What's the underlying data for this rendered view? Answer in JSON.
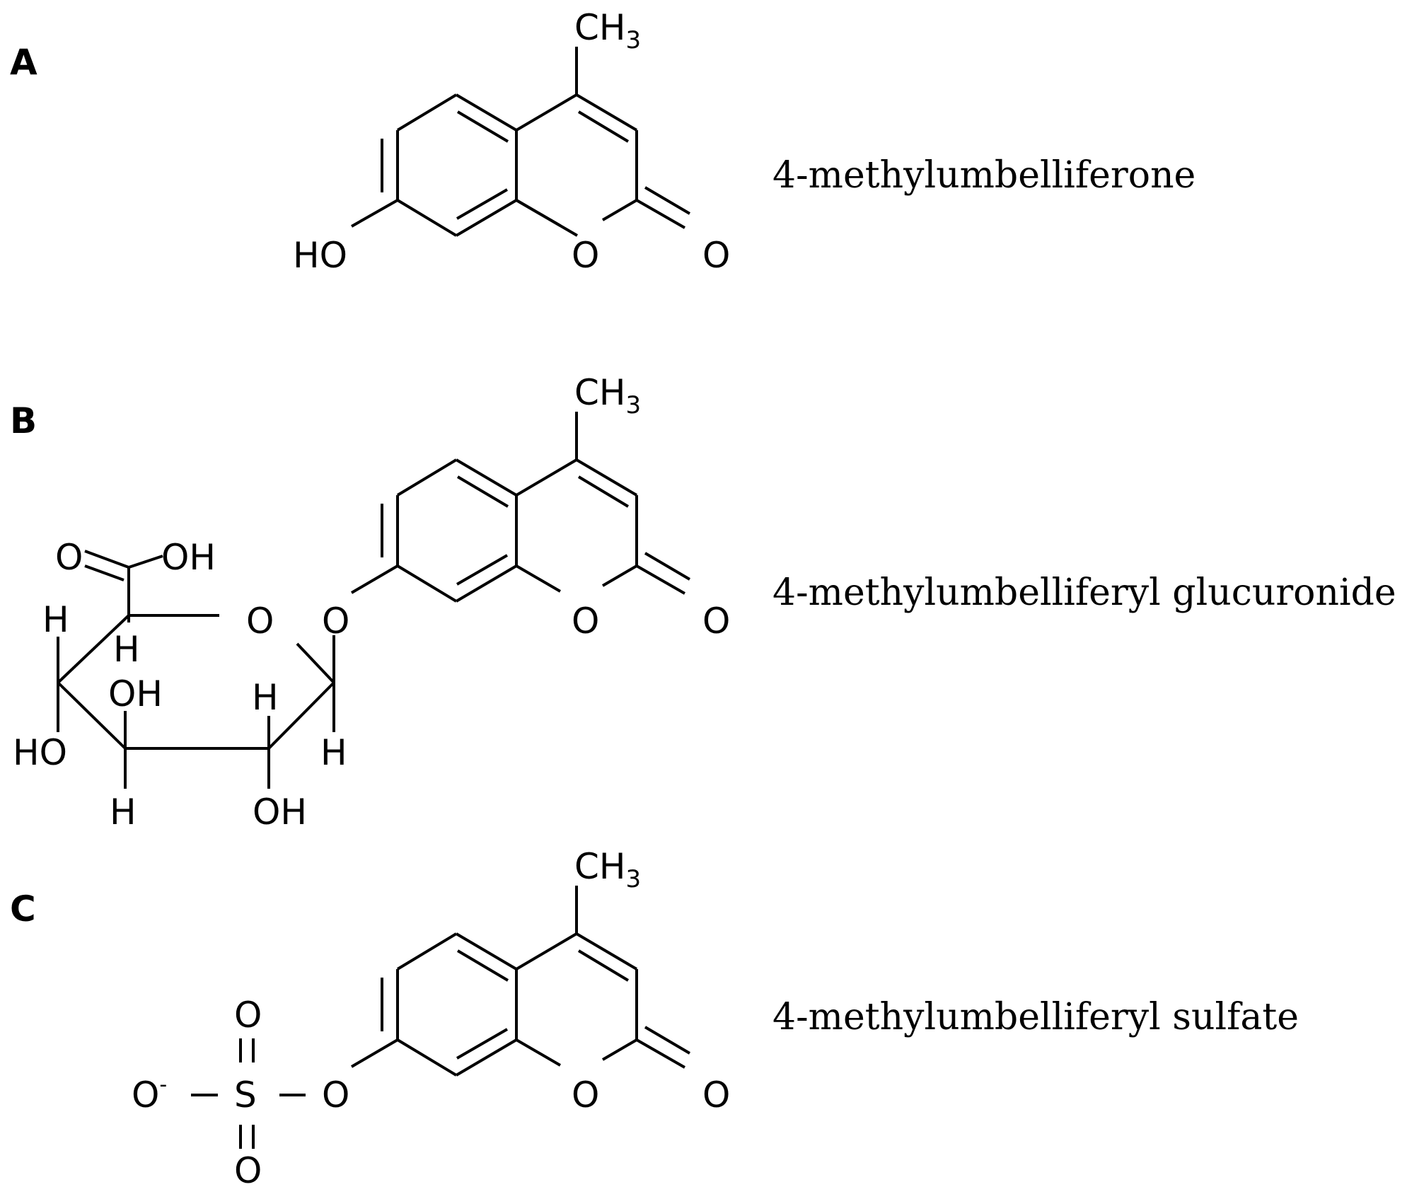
{
  "panels": [
    {
      "label": "A",
      "compound_name": "4-methylumbelliferone",
      "atoms": {
        "methyl_c": "CH",
        "methyl_sub": "3",
        "hydroxyl": "HO",
        "ring_oxygen": "O",
        "carbonyl_oxygen": "O"
      }
    },
    {
      "label": "B",
      "compound_name": "4-methylumbelliferyl glucuronide",
      "atoms": {
        "methyl_c": "CH",
        "methyl_sub": "3",
        "ring_oxygen": "O",
        "carbonyl_oxygen": "O",
        "ether_oxygen": "O",
        "sugar_ring_oxygen": "O",
        "acid_carbonyl_oxygen": "O",
        "acid_hydroxyl": "OH",
        "h_c5_left": "H",
        "h_c5_down": "H",
        "oh_c3": "OH",
        "h_c2": "H",
        "ho_c4": "HO",
        "h_c4": "H",
        "oh_c2": "OH",
        "h_c1": "H"
      }
    },
    {
      "label": "C",
      "compound_name": "4-methylumbelliferyl sulfate",
      "atoms": {
        "methyl_c": "CH",
        "methyl_sub": "3",
        "ring_oxygen": "O",
        "carbonyl_oxygen": "O",
        "ether_oxygen": "O",
        "sulfur": "S",
        "oxide_oxygen": "O",
        "oxide_charge": "-",
        "sulfonyl_oxygen_top": "O",
        "sulfonyl_oxygen_bottom": "O"
      }
    }
  ]
}
